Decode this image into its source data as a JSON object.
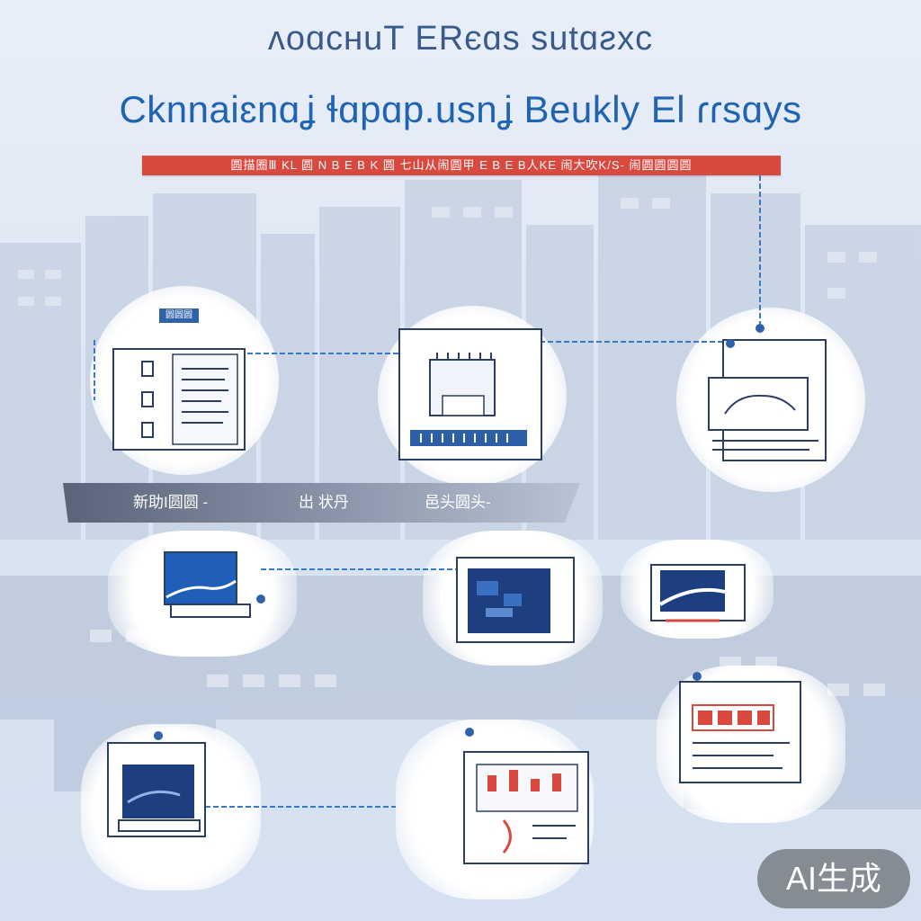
{
  "header": {
    "title_top": "ʌoɑcʜuT ERєɑs sutɑƨxc",
    "title_main": "Cknnaiɛnɑʝ ɬɑpɑp.usnʝ Beukly El ɾɾsɑys",
    "red_banner": "圆描圈Ⅲ KL   圆 N   B E   B K   圆  七山从闹圆甲   E B   E B人KE   闹大吹K/S-  闹圆圆圆圆"
  },
  "band": {
    "labels": [
      "新助I圆圆 ‐",
      "出 状丹",
      "邑头圆头‐"
    ]
  },
  "node_badge": "圆圆圆",
  "watermark": "AI生成",
  "colors": {
    "accent_blue": "#1f63b3",
    "dark_navy": "#1d3f80",
    "red_accent": "#d9493f",
    "connector": "#3a78c9"
  }
}
